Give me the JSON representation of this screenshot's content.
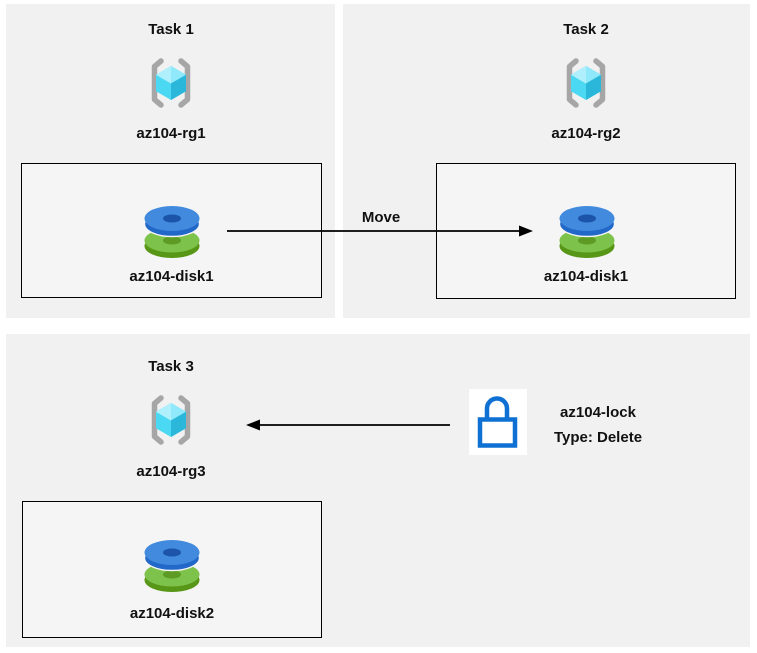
{
  "tasks": [
    {
      "title": "Task 1",
      "rg_label": "az104-rg1",
      "disk_label": "az104-disk1"
    },
    {
      "title": "Task 2",
      "rg_label": "az104-rg2",
      "disk_label": "az104-disk1"
    },
    {
      "title": "Task 3",
      "rg_label": "az104-rg3",
      "disk_label": "az104-disk2"
    }
  ],
  "arrows": {
    "move_label": "Move"
  },
  "lock": {
    "name": "az104-lock",
    "type": "Type: Delete"
  },
  "icon_names": {
    "resource_group": "resource-group-icon",
    "disk": "managed-disk-icon",
    "lock": "lock-icon"
  },
  "colors": {
    "panel_bg": "#f1f1f2",
    "box_bg": "#f5f5f6",
    "arrow": "#000000",
    "lock_blue": "#0f70d4",
    "disk_blue_face": "#418ade",
    "disk_blue_side": "#2268c8",
    "disk_blue_hole": "#1b54a8",
    "disk_green_face": "#7dc24a",
    "disk_green_side": "#579616",
    "disk_green_hole": "#5d9b25",
    "cube_top": "#8fe9fa",
    "cube_top_shine": "#b0f0fd",
    "cube_left": "#4ad8f2",
    "cube_right": "#2ab7da",
    "bracket_gray": "#a6a6a6"
  }
}
